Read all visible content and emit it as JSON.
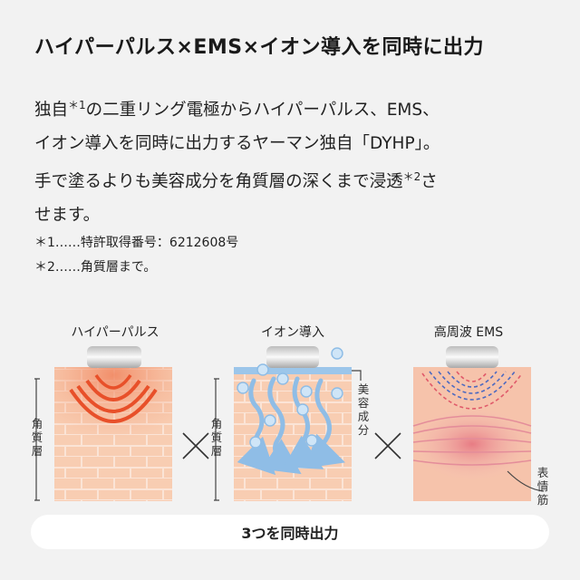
{
  "title": "ハイパーパルス×EMS×イオン導入を同時に出力",
  "body": {
    "l1a": "独自",
    "fn1": "＊1",
    "l1b": "の二重リング電極からハイパーパルス、EMS、",
    "l2": "イオン導入を同時に出力するヤーマン独自「DYHP」。",
    "l3a": "手で塗るよりも美容成分を角質層の深くまで浸透",
    "fn2": "＊2",
    "l3b": "さ",
    "l4": "せます。"
  },
  "notes": {
    "n1": "＊1……特許取得番号：6212608号",
    "n2": "＊2……角質層まで。"
  },
  "panels": {
    "p1": "ハイパーパルス",
    "p2": "イオン導入",
    "p3": "高周波 EMS"
  },
  "side_labels": {
    "stratum_left": "角質層",
    "stratum_mid": "角質層",
    "beauty_ingredient": "美容成分",
    "facial_muscle": "表情筋"
  },
  "combine_symbol": "×",
  "footer": "3つを同時出力",
  "colors": {
    "skin_light": "#f8cdb2",
    "skin_mid": "#f4b394",
    "pulse_red": "#e8502a",
    "ion_blue": "#9cc6ea",
    "ems_pink": "#eaa0a6"
  }
}
